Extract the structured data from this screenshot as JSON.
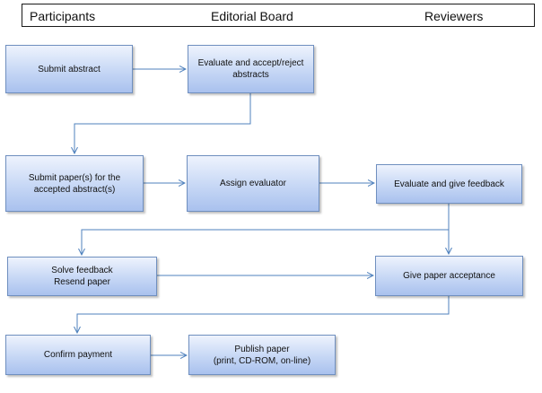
{
  "header": {
    "participants": "Participants",
    "editorial_board": "Editorial Board",
    "reviewers": "Reviewers"
  },
  "steps": {
    "submit_abstract": "Submit abstract",
    "evaluate_abstracts": "Evaluate and accept/reject\nabstracts",
    "submit_papers": "Submit paper(s) for the\naccepted abstract(s)",
    "assign_evaluator": "Assign evaluator",
    "evaluate_feedback": "Evaluate and give feedback",
    "solve_feedback": "Solve feedback\nResend paper",
    "give_acceptance": "Give paper acceptance",
    "confirm_payment": "Confirm payment",
    "publish_paper": "Publish paper\n(print, CD-ROM, on-line)"
  },
  "colors": {
    "box_border": "#6f8fbf",
    "box_fill_top": "#eef3fd",
    "box_fill_bottom": "#a9c1ee",
    "connector": "#4f81bd"
  }
}
